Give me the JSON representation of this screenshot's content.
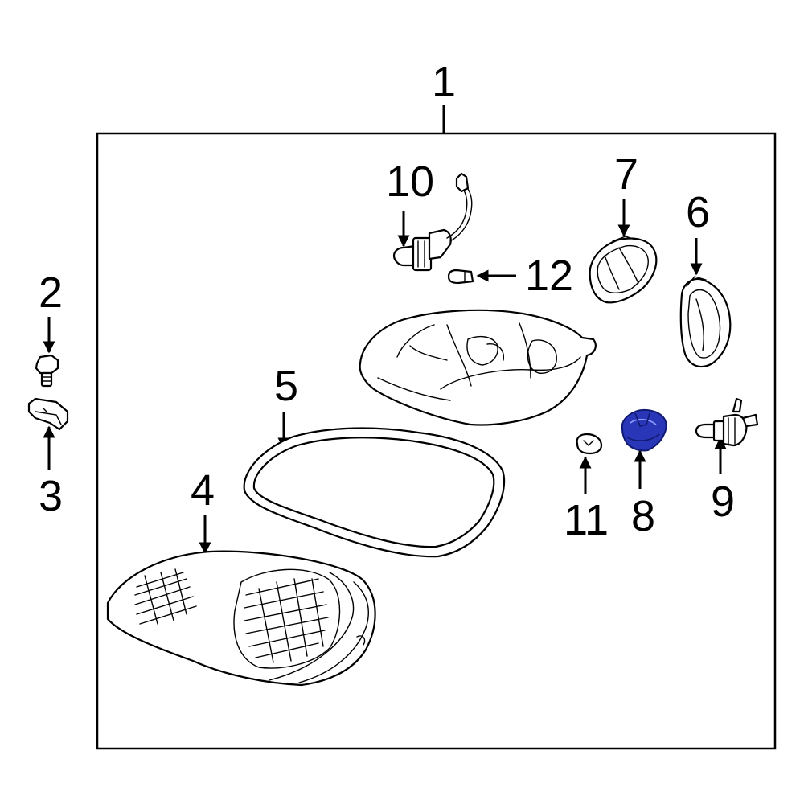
{
  "diagram": {
    "callouts": {
      "c1": "1",
      "c2": "2",
      "c3": "3",
      "c4": "4",
      "c5": "5",
      "c6": "6",
      "c7": "7",
      "c8": "8",
      "c9": "9",
      "c10": "10",
      "c11": "11",
      "c12": "12"
    },
    "highlight_part": "8",
    "highlight_color": "#2a36b8",
    "line_color": "#000000",
    "background": "#ffffff"
  }
}
